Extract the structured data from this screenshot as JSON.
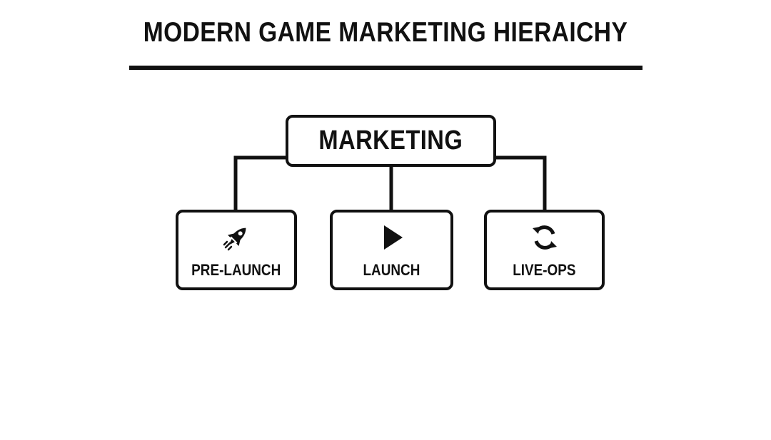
{
  "title": "MODERN GAME MARKETING HIERAICHY",
  "root": {
    "label": "MARKETING"
  },
  "children": [
    {
      "label": "PRE-LAUNCH",
      "icon": "rocket-icon"
    },
    {
      "label": "LAUNCH",
      "icon": "play-icon"
    },
    {
      "label": "LIVE-OPS",
      "icon": "refresh-cycle-icon"
    }
  ],
  "colors": {
    "ink": "#111111",
    "background": "#ffffff"
  }
}
